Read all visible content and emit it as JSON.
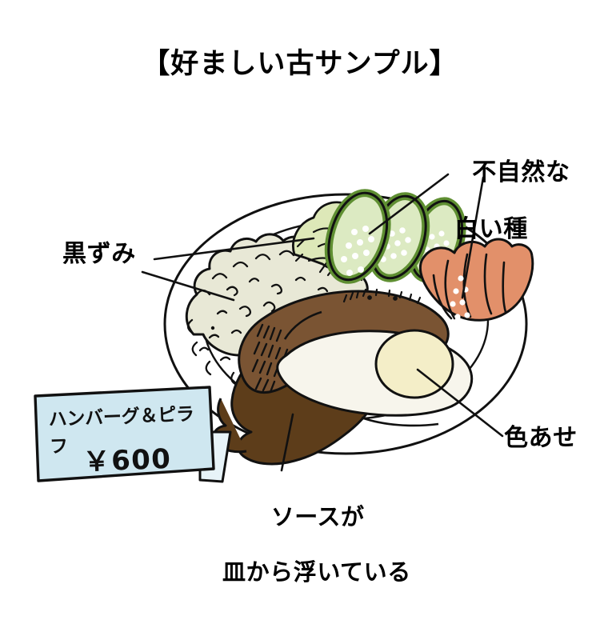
{
  "page": {
    "title": "【好ましい古サンプル】",
    "background_color": "#ffffff",
    "ink_color": "#000000"
  },
  "annotations": [
    {
      "id": "unnatural-white-seeds",
      "line1": "不自然な",
      "line2": "白い種",
      "target": "cucumber-slices"
    },
    {
      "id": "darkening",
      "text": "黒ずみ",
      "target": "pilaf-rice"
    },
    {
      "id": "color-fade",
      "text": "色あせ",
      "target": "egg-yolk"
    },
    {
      "id": "sauce-floating",
      "line1": "ソースが",
      "line2": "皿から浮いている",
      "target": "brown-sauce"
    }
  ],
  "price_card": {
    "menu_label": "ハンバーグ＆ピラフ",
    "price_label": "￥600",
    "currency": "￥",
    "amount": "600",
    "card_color": "#cfe7f0",
    "card_border": "#000000"
  },
  "dish": {
    "name": "plate-of-hamburg-steak-and-pilaf",
    "components": [
      {
        "name": "plate",
        "color": "#ffffff"
      },
      {
        "name": "pilaf-rice",
        "color": "#e6e6d2"
      },
      {
        "name": "lettuce",
        "color": "#dde8b8"
      },
      {
        "name": "cucumber-slice",
        "fill": "#dceac2",
        "rim": "#5f8f32",
        "seed_color": "#ffffff"
      },
      {
        "name": "salmon-garnish",
        "color": "#e2906a"
      },
      {
        "name": "hamburg-patty",
        "color": "#7a5433"
      },
      {
        "name": "brown-sauce",
        "color": "#5d3d1a"
      },
      {
        "name": "fried-egg-white",
        "color": "#f7f5ec"
      },
      {
        "name": "fried-egg-yolk",
        "color": "#f4eec8"
      }
    ]
  }
}
